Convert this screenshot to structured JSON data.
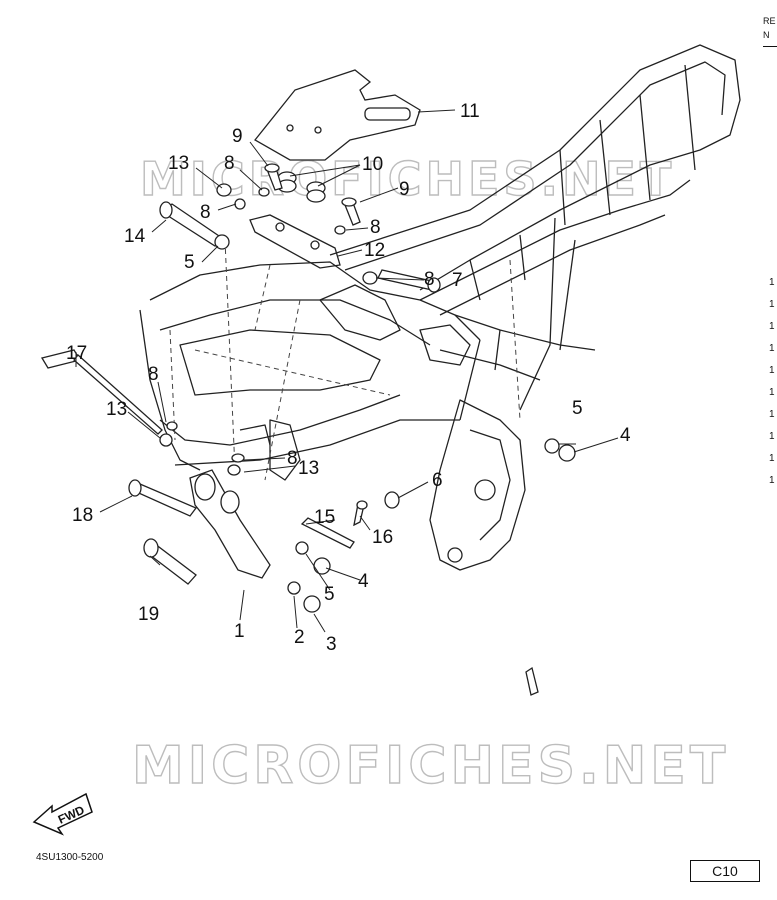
{
  "watermark": "MICROFICHES.NET",
  "fwd_label": "FWD",
  "part_code": "4SU1300-5200",
  "page_id": "C10",
  "column_header": {
    "line1": "RE",
    "line2": "N"
  },
  "reference_column": [
    "1",
    "1",
    "1",
    "1",
    "1",
    "1",
    "1",
    "1",
    "1",
    "1"
  ],
  "callouts": [
    {
      "id": "1",
      "text": "1"
    },
    {
      "id": "2",
      "text": "2"
    },
    {
      "id": "3",
      "text": "3"
    },
    {
      "id": "4a",
      "text": "4"
    },
    {
      "id": "4b",
      "text": "4"
    },
    {
      "id": "5a",
      "text": "5"
    },
    {
      "id": "5b",
      "text": "5"
    },
    {
      "id": "5c",
      "text": "5"
    },
    {
      "id": "6",
      "text": "6"
    },
    {
      "id": "7",
      "text": "7"
    },
    {
      "id": "8a",
      "text": "8"
    },
    {
      "id": "8b",
      "text": "8"
    },
    {
      "id": "8c",
      "text": "8"
    },
    {
      "id": "8d",
      "text": "8"
    },
    {
      "id": "8e",
      "text": "8"
    },
    {
      "id": "8f",
      "text": "8"
    },
    {
      "id": "9a",
      "text": "9"
    },
    {
      "id": "9b",
      "text": "9"
    },
    {
      "id": "10",
      "text": "10"
    },
    {
      "id": "11",
      "text": "11"
    },
    {
      "id": "12",
      "text": "12"
    },
    {
      "id": "13a",
      "text": "13"
    },
    {
      "id": "13b",
      "text": "13"
    },
    {
      "id": "13c",
      "text": "13"
    },
    {
      "id": "14",
      "text": "14"
    },
    {
      "id": "15",
      "text": "15"
    },
    {
      "id": "16",
      "text": "16"
    },
    {
      "id": "17",
      "text": "17"
    },
    {
      "id": "18",
      "text": "18"
    },
    {
      "id": "19",
      "text": "19"
    }
  ]
}
